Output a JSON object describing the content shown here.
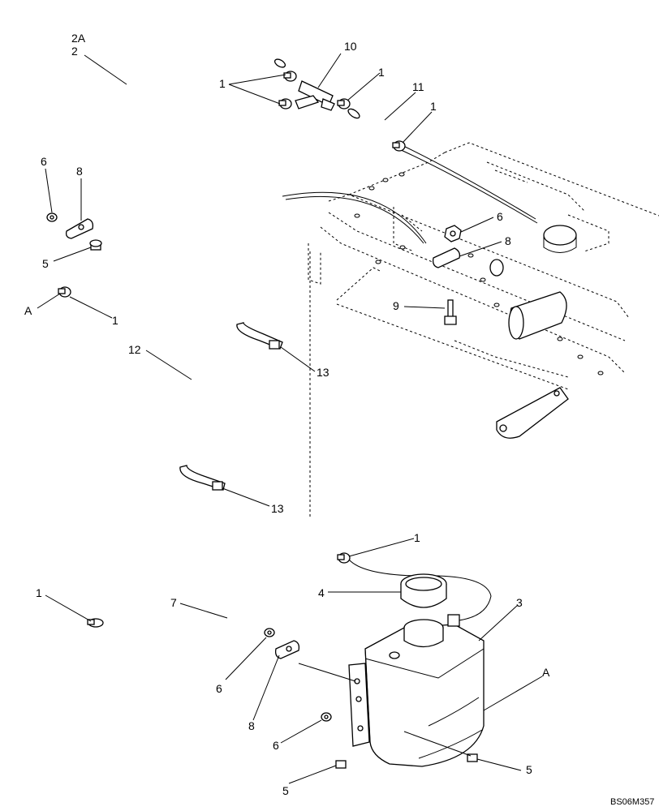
{
  "callouts": [
    {
      "id": "c-2a",
      "text": "2A"
    },
    {
      "id": "c-2",
      "text": "2"
    },
    {
      "id": "c-10",
      "text": "10"
    },
    {
      "id": "c-1-top-left",
      "text": "1"
    },
    {
      "id": "c-1-top-right",
      "text": "1"
    },
    {
      "id": "c-11",
      "text": "11"
    },
    {
      "id": "c-1-tube",
      "text": "1"
    },
    {
      "id": "c-6-left",
      "text": "6"
    },
    {
      "id": "c-8-left",
      "text": "8"
    },
    {
      "id": "c-5-left",
      "text": "5"
    },
    {
      "id": "c-a-left",
      "text": "A"
    },
    {
      "id": "c-1-left",
      "text": "1"
    },
    {
      "id": "c-6-right",
      "text": "6"
    },
    {
      "id": "c-8-right",
      "text": "8"
    },
    {
      "id": "c-9",
      "text": "9"
    },
    {
      "id": "c-12",
      "text": "12"
    },
    {
      "id": "c-13-upper",
      "text": "13"
    },
    {
      "id": "c-13-lower",
      "text": "13"
    },
    {
      "id": "c-1-hose-end",
      "text": "1"
    },
    {
      "id": "c-1-bottom-left",
      "text": "1"
    },
    {
      "id": "c-4",
      "text": "4"
    },
    {
      "id": "c-3",
      "text": "3"
    },
    {
      "id": "c-7",
      "text": "7"
    },
    {
      "id": "c-a-right",
      "text": "A"
    },
    {
      "id": "c-6-bottom",
      "text": "6"
    },
    {
      "id": "c-8-bottom",
      "text": "8"
    },
    {
      "id": "c-6-bracket",
      "text": "6"
    },
    {
      "id": "c-5-right",
      "text": "5"
    },
    {
      "id": "c-5-bottom",
      "text": "5"
    }
  ],
  "drawing_code": "BS06M357"
}
